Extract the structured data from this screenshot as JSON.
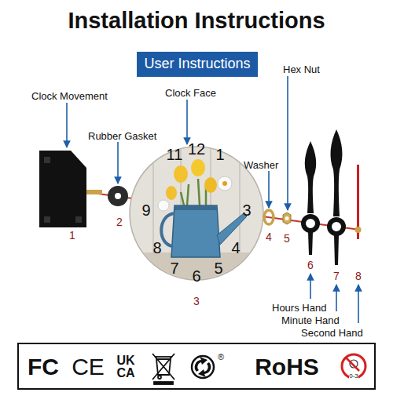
{
  "diagram": {
    "title": "Installation Instructions",
    "nodes": [
      {
        "text": [
          "User Instructions"
        ]
      },
      {
        "text": [
          "FC",
          "CE",
          "UK CA",
          "®",
          "RoHS",
          "0-3"
        ]
      }
    ],
    "labels": [
      "Hex Nut",
      "Clock Movement",
      "Clock Face",
      "Rubber Gasket",
      "Washer",
      "11",
      "12",
      "1",
      "9",
      "3",
      "8",
      "4",
      "7",
      "6",
      "5",
      "1",
      "2",
      "3",
      "4",
      "5",
      "6",
      "7",
      "8",
      "Hours Hand",
      "Minute Hand",
      "Second Hand"
    ]
  }
}
